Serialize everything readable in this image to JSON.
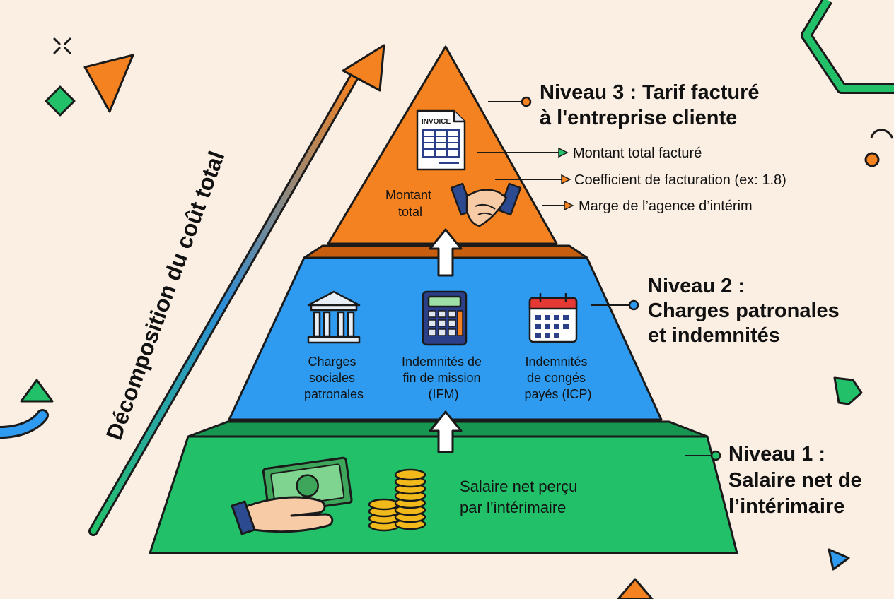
{
  "axis_label": "Décomposition du coût total",
  "levels": {
    "level3": {
      "title_line1": "Niveau 3 : Tarif facturé",
      "title_line2": "à l'entreprise cliente",
      "inner_label_line1": "Montant",
      "inner_label_line2": "total",
      "invoice_text": "INVOICE",
      "bullets": [
        "Montant total facturé",
        "Coefficient de facturation (ex: 1.8)",
        "Marge de l’agence d’intérim"
      ]
    },
    "level2": {
      "title_line1": "Niveau 2 :",
      "title_line2": "Charges patronales",
      "title_line3": "et indemnités",
      "items": [
        {
          "line1": "Charges",
          "line2": "sociales",
          "line3": "patronales"
        },
        {
          "line1": "Indemnités de",
          "line2": "fin de mission",
          "line3": "(IFM)"
        },
        {
          "line1": "Indemnités",
          "line2": "de congés",
          "line3": "payés (ICP)"
        }
      ]
    },
    "level1": {
      "title_line1": "Niveau 1 :",
      "title_line2": "Salaire net de",
      "title_line3": "l’intérimaire",
      "inner_label_line1": "Salaire net perçu",
      "inner_label_line2": "par l’intérimaire"
    }
  },
  "colors": {
    "background": "#fbeee3",
    "level3": "#f58220",
    "level3_dark": "#c75d0e",
    "level2": "#2e9bf0",
    "level2_dark": "#1a6fc0",
    "level1": "#23c06a",
    "level1_dark": "#169650",
    "outline": "#1a1a1a"
  },
  "icons": {
    "level3": [
      "invoice-icon",
      "handshake-icon"
    ],
    "level2": [
      "bank-icon",
      "calculator-icon",
      "calendar-icon"
    ],
    "level1": [
      "money-hand-icon",
      "coins-icon"
    ]
  }
}
